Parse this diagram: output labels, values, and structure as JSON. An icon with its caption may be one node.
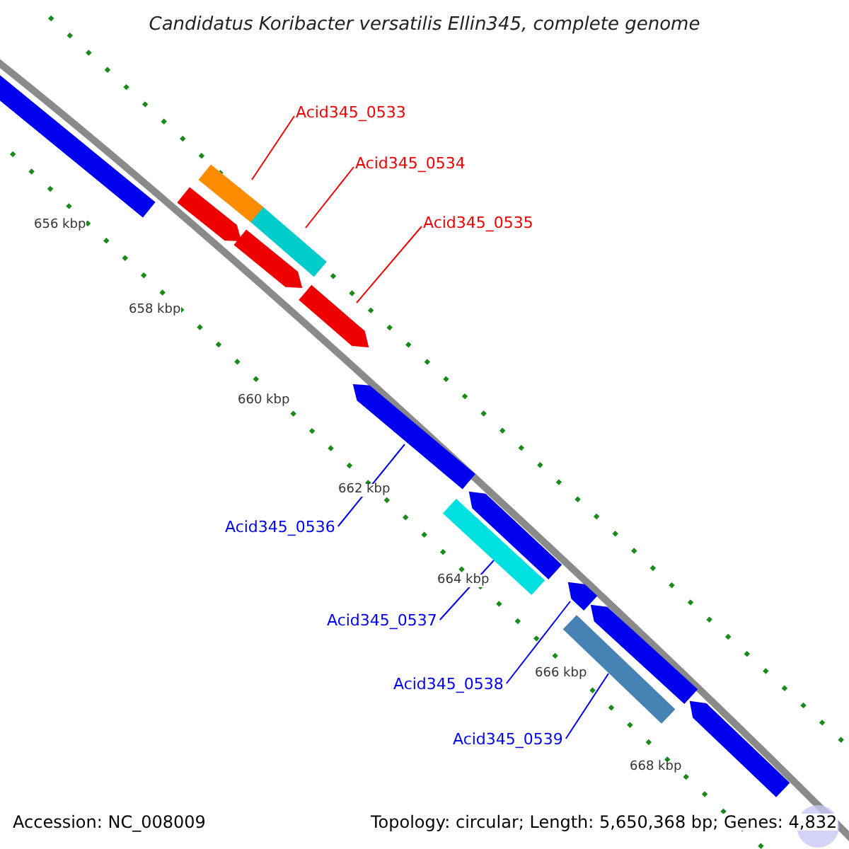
{
  "diagram": {
    "title": "Candidatus Koribacter versatilis Ellin345, complete genome",
    "nodes": [
      {
        "text": [
          "Acid345_0533"
        ]
      },
      {
        "text": [],
        "shape": "bar"
      },
      {
        "text": [
          "Acid345_0534"
        ]
      },
      {
        "text": [],
        "shape": "bar"
      },
      {
        "text": [
          "Acid345_0535"
        ]
      },
      {
        "text": [],
        "shape": "bar"
      },
      {
        "text": [
          "Acid345_0536"
        ]
      },
      {
        "text": [],
        "shape": "bar"
      },
      {
        "text": [
          "Acid345_0537"
        ]
      },
      {
        "text": [],
        "shape": "bar"
      },
      {
        "text": [
          "Acid345_0538"
        ]
      },
      {
        "text": [],
        "shape": "bar"
      },
      {
        "text": [
          "Acid345_0539"
        ]
      },
      {
        "text": [],
        "shape": "bar"
      },
      {
        "text": [],
        "shape": "bar"
      },
      {
        "text": [],
        "shape": "bar"
      },
      {
        "text": [],
        "shape": "bar"
      },
      {
        "text": [],
        "shape": "bar"
      },
      {
        "text": [],
        "shape": "bar"
      },
      {
        "text": [],
        "shape": "bar"
      }
    ],
    "edges": [
      {
        "from": 0,
        "to": 1,
        "arrow": "none",
        "color": "#ee0000"
      },
      {
        "from": 2,
        "to": 3,
        "arrow": "none",
        "color": "#ee0000"
      },
      {
        "from": 4,
        "to": 5,
        "arrow": "none",
        "color": "#ee0000"
      },
      {
        "from": 6,
        "to": 7,
        "arrow": "none"
      },
      {
        "from": 8,
        "to": 9,
        "arrow": "none"
      },
      {
        "from": 10,
        "to": 11,
        "arrow": "none"
      },
      {
        "from": 12,
        "to": 13,
        "arrow": "none"
      }
    ],
    "labels": [
      "656 kbp",
      "658 kbp",
      "660 kbp",
      "662 kbp",
      "664 kbp",
      "666 kbp",
      "668 kbp",
      "Accession: NC_008009",
      "Topology: circular; Length: 5,650,368 bp; Genes: 4,832"
    ]
  }
}
